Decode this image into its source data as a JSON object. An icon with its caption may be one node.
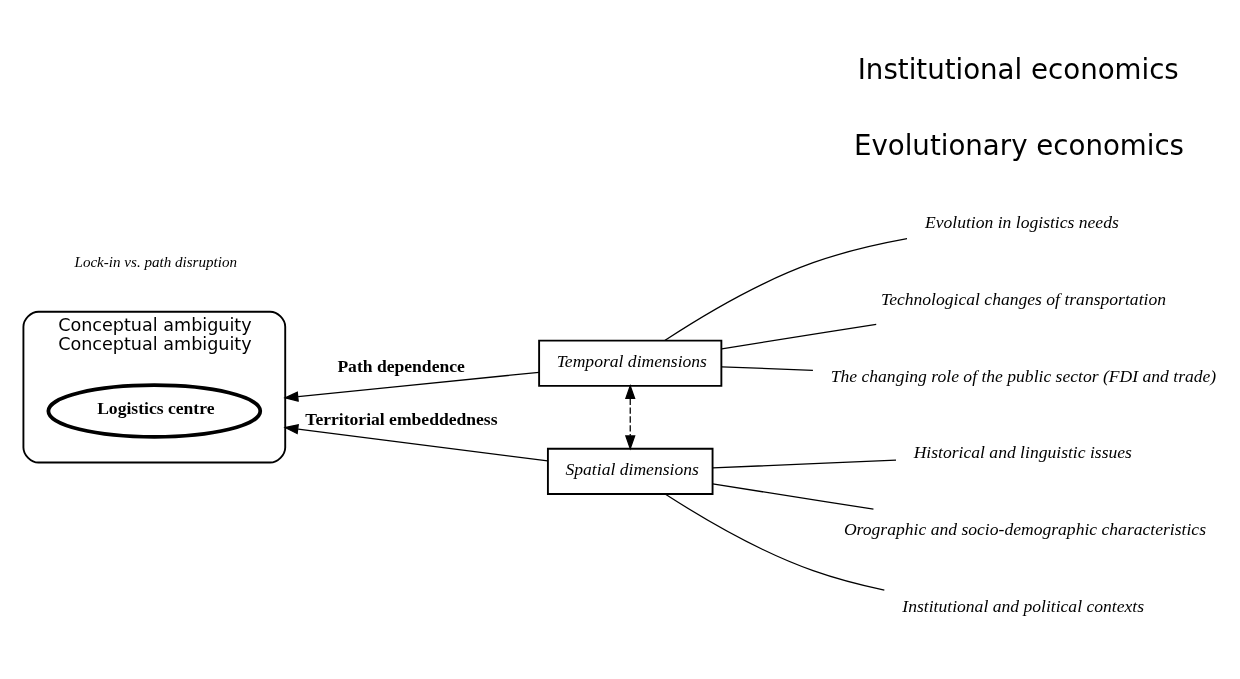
{
  "diagram": {
    "nodes": [
      {
        "text": [
          "Conceptual ambiguity",
          "Conceptual ambiguity"
        ]
      },
      {
        "text": [
          "Logistics centre"
        ],
        "in": 0
      },
      {
        "text": [
          "Temporal dimensions"
        ]
      },
      {
        "text": [
          "Spatial dimensions"
        ]
      },
      {
        "text": [
          "Evolution in logistics needs"
        ]
      },
      {
        "text": [
          "Technological changes of transportation"
        ]
      },
      {
        "text": [
          "The changing role of the public sector (FDI and trade)"
        ]
      },
      {
        "text": [
          "Historical and linguistic issues"
        ]
      },
      {
        "text": [
          "Orographic and socio-demographic characteristics"
        ]
      },
      {
        "text": [
          "Institutional and political contexts"
        ]
      }
    ],
    "edges": [
      {
        "from": 2,
        "to": 0,
        "arrow": "to",
        "label": "Path dependence"
      },
      {
        "from": 3,
        "to": 0,
        "arrow": "to",
        "label": "Territorial embeddedness"
      },
      {
        "from": 2,
        "to": 3,
        "arrow": "both",
        "style": "dashed"
      },
      {
        "from": 2,
        "to": 4,
        "arrow": "none"
      },
      {
        "from": 2,
        "to": 5,
        "arrow": "none"
      },
      {
        "from": 2,
        "to": 6,
        "arrow": "none"
      },
      {
        "from": 3,
        "to": 7,
        "arrow": "none"
      },
      {
        "from": 3,
        "to": 8,
        "arrow": "none"
      },
      {
        "from": 3,
        "to": 9,
        "arrow": "none"
      }
    ],
    "labels": [
      "Evolutionary economics",
      "Lock-in vs. path disruption",
      "Institutional economics"
    ]
  }
}
